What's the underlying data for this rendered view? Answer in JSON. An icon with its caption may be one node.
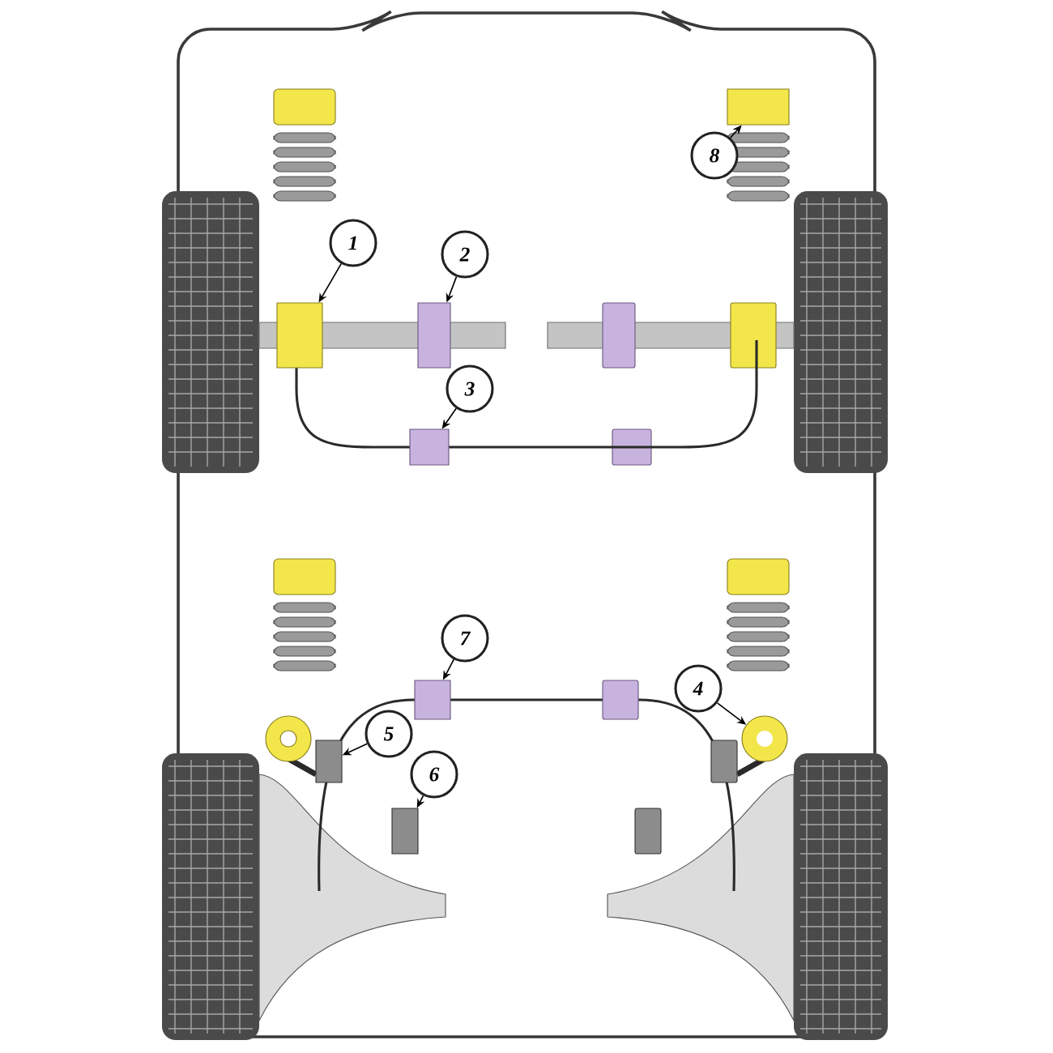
{
  "diagram": {
    "nodes": [
      {
        "text": [
          "1"
        ]
      },
      {
        "text": [
          "2"
        ]
      },
      {
        "text": [
          "3"
        ]
      },
      {
        "text": [
          "4"
        ]
      },
      {
        "text": [
          "5"
        ]
      },
      {
        "text": [
          "6"
        ]
      },
      {
        "text": [
          "7"
        ]
      },
      {
        "text": [
          "8"
        ]
      },
      {
        "text": [],
        "shape": "box"
      },
      {
        "text": [],
        "shape": "box"
      },
      {
        "text": [],
        "shape": "box"
      },
      {
        "text": [],
        "shape": "circle"
      },
      {
        "text": [],
        "shape": "box"
      },
      {
        "text": [],
        "shape": "box"
      },
      {
        "text": [],
        "shape": "box"
      },
      {
        "text": [],
        "shape": "box"
      }
    ],
    "edges": [
      {
        "from": 0,
        "to": 8,
        "arrow": "to"
      },
      {
        "from": 1,
        "to": 9,
        "arrow": "to"
      },
      {
        "from": 2,
        "to": 10,
        "arrow": "to"
      },
      {
        "from": 3,
        "to": 11,
        "arrow": "to"
      },
      {
        "from": 4,
        "to": 12,
        "arrow": "to"
      },
      {
        "from": 5,
        "to": 13,
        "arrow": "to"
      },
      {
        "from": 6,
        "to": 14,
        "arrow": "to"
      },
      {
        "from": 7,
        "to": 15,
        "arrow": "to"
      }
    ]
  }
}
